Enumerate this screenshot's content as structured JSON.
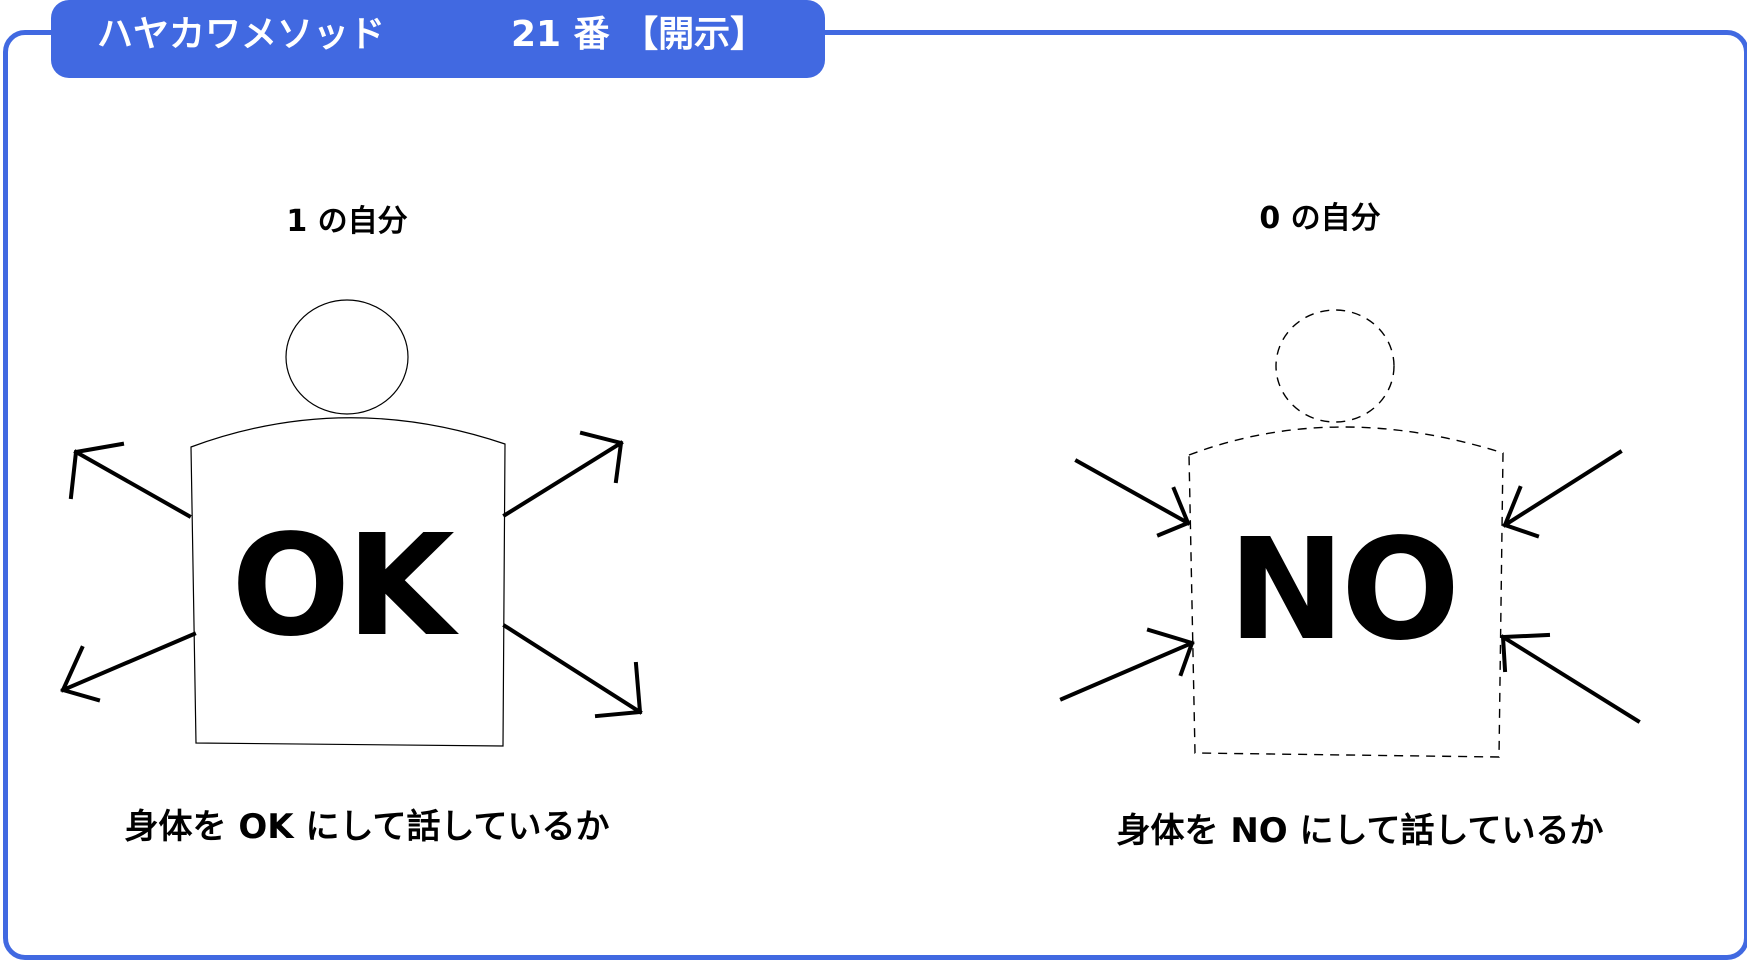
{
  "header": {
    "title": "ハヤカワメソッド",
    "number_label": "21 番 【開示】"
  },
  "colors": {
    "accent": "#4169e1",
    "stroke": "#000000"
  },
  "figures": [
    {
      "label": "1 の自分",
      "body_text": "OK",
      "caption": "身体を OK にして話しているか",
      "outline": "solid",
      "arrows": "outward"
    },
    {
      "label": "0 の自分",
      "body_text": "NO",
      "caption": "身体を NO にして話しているか",
      "outline": "dashed",
      "arrows": "inward"
    }
  ]
}
